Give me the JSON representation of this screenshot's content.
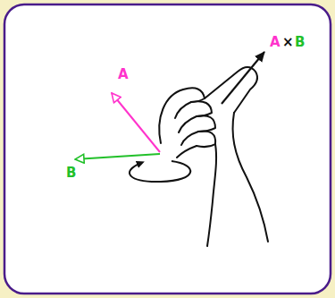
{
  "diagram": {
    "labels": [
      "A",
      "B",
      "A",
      "×",
      "B"
    ]
  }
}
